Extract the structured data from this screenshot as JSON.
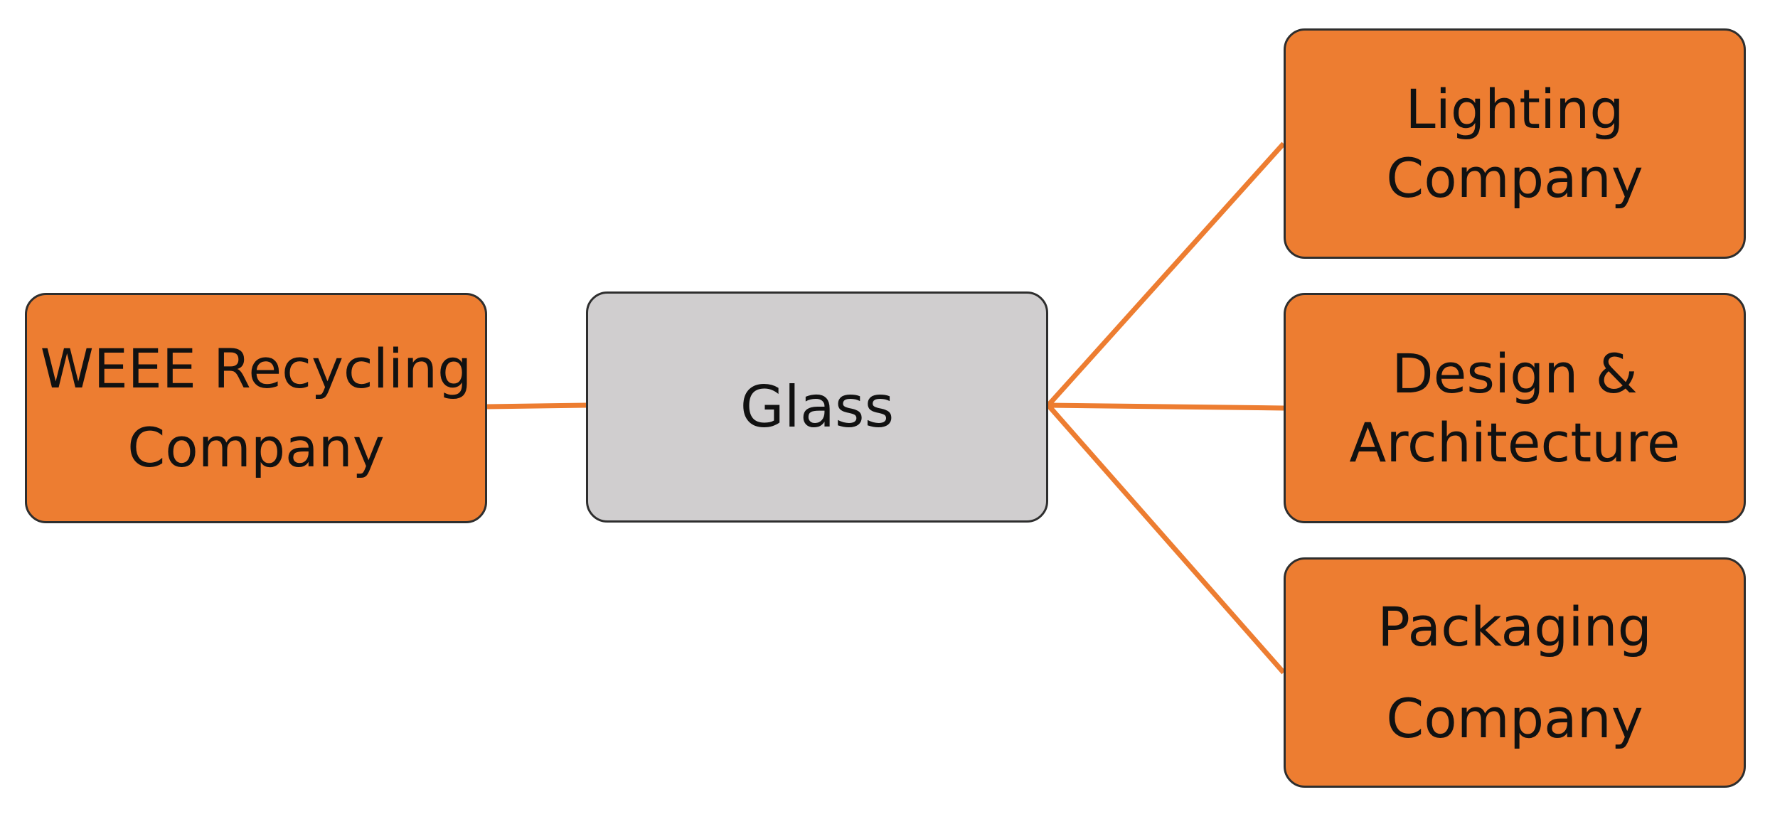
{
  "colors": {
    "accent": "#ED7D31",
    "center_fill": "#D0CECF",
    "border": "#2E2E2E",
    "connector": "#ED7D31"
  },
  "nodes": {
    "weee": {
      "line1": "WEEE Recycling",
      "line2": "Company"
    },
    "glass": {
      "label": "Glass"
    },
    "lighting": {
      "line1": "Lighting",
      "line2": "Company"
    },
    "design": {
      "line1": "Design &",
      "line2": "Architecture"
    },
    "packaging": {
      "line1": "Packaging",
      "line2": "Company"
    }
  },
  "connections": [
    [
      "weee",
      "glass"
    ],
    [
      "glass",
      "lighting"
    ],
    [
      "glass",
      "design"
    ],
    [
      "glass",
      "packaging"
    ]
  ]
}
